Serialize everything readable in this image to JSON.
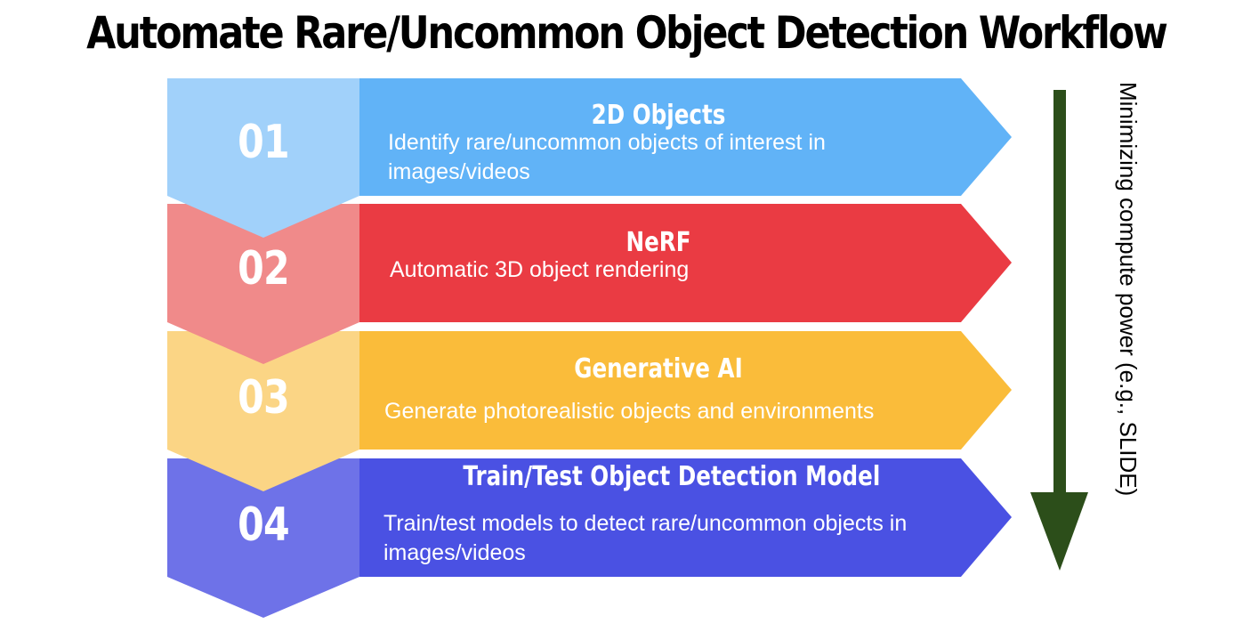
{
  "title": "Automate Rare/Uncommon Object Detection Workflow",
  "steps": [
    {
      "number": "01",
      "title": "2D Objects",
      "description": "Identify rare/uncommon objects of interest in images/videos",
      "chevron_color": "#A1D1FA",
      "bar_color": "#61B3F7"
    },
    {
      "number": "02",
      "title": "NeRF",
      "description": "Automatic 3D object rendering",
      "chevron_color": "#F08A8A",
      "bar_color": "#EA3B43"
    },
    {
      "number": "03",
      "title": "Generative AI",
      "description": "Generate photorealistic objects and environments",
      "chevron_color": "#FBD585",
      "bar_color": "#FABC3A"
    },
    {
      "number": "04",
      "title": "Train/Test Object Detection Model",
      "description": "Train/test models to detect rare/uncommon objects in images/videos",
      "chevron_color": "#6E72E8",
      "bar_color": "#4A51E3"
    }
  ],
  "side_arrow": {
    "label": "Minimizing compute power (e.g., SLIDE)",
    "color": "#2C4E1A",
    "direction": "down"
  }
}
